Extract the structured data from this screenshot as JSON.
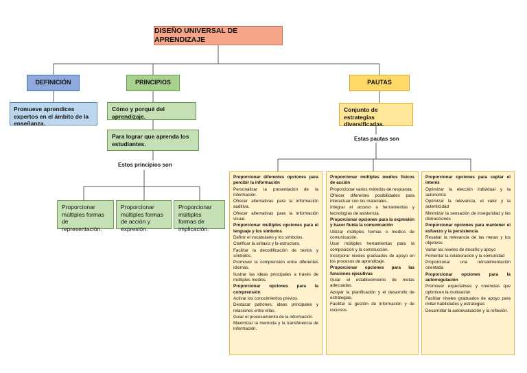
{
  "title": "DISEÑO UNIVERSAL DE APRENDIZAJE",
  "branches": {
    "definicion": {
      "label": "DEFINICIÓN",
      "text": "Promueve aprendices expertos en el ámbito de la enseñanza."
    },
    "principios": {
      "label": "PRINCIPIOS",
      "box1": "Cómo y porqué del aprendizaje.",
      "box2": "Para lograr que aprenda los estudiantes.",
      "connector": "Estos principios son",
      "items": [
        "Proporcionar múltiples formas de representación.",
        "Proporcionar múltiples formas de acción y expresión.",
        "Proporcionar múltiples formas de implicación."
      ]
    },
    "pautas": {
      "label": "PAUTAS",
      "box1": "Conjunto de estrategias diversificadas.",
      "connector": "Estas pautas son",
      "columns": [
        [
          {
            "t": "Proporcionar diferentes opciones para percibir la información",
            "h": true
          },
          {
            "t": "Personalizar la presentación de la información."
          },
          {
            "t": "Ofrecer alternativas para la información auditiva."
          },
          {
            "t": "Ofrecer alternativas para la información visual."
          },
          {
            "t": "Proporcionar múltiples opciones para el lenguaje y los símbolos",
            "h": true
          },
          {
            "t": "Definir el vocabulario y los símbolos."
          },
          {
            "t": "Clarificar la sintaxis y la estructura."
          },
          {
            "t": "Facilitar la decodificación de textos y símbolos."
          },
          {
            "t": "Promover la comprensión entre diferentes idiomas."
          },
          {
            "t": "Ilustrar las ideas principales a través de múltiples medios."
          },
          {
            "t": "Proporcionar opciones para la comprensión",
            "h": true
          },
          {
            "t": "Activar los conocimientos previos."
          },
          {
            "t": "Destacar patrones, ideas principales y relaciones entre ellas."
          },
          {
            "t": "Guiar el procesamiento de la información."
          },
          {
            "t": "Maximizar la memoria y la transferencia de información."
          }
        ],
        [
          {
            "t": "Proporcionar múltiples medios físicos de acción",
            "h": true
          },
          {
            "t": "Proporcionar varios métodos de respuesta."
          },
          {
            "t": "Ofrecer diferentes posibilidades para interactuar con los materiales."
          },
          {
            "t": "Integrar el acceso a herramientas y tecnologías de asistencia."
          },
          {
            "t": "Proporcionar opciones para la expresión y hacer fluida la comunicación",
            "h": true
          },
          {
            "t": "Utilizar múltiples formas o medios de comunicación."
          },
          {
            "t": "Usar múltiples herramientas para la composición y la construcción."
          },
          {
            "t": "Incorporar niveles graduados de apoyo en los procesos de aprendizaje."
          },
          {
            "t": "Proporcionar opciones para las funciones ejecutivas",
            "h": true
          },
          {
            "t": "Guiar el establecimiento de metas adecuadas."
          },
          {
            "t": "Apoyar la planificación y el desarrollo de estrategias."
          },
          {
            "t": "Facilitar la gestión de información y de recursos."
          }
        ],
        [
          {
            "t": "Proporcionar opciones para captar el interés",
            "h": true
          },
          {
            "t": "Optimizar la elección individual y la autonomía"
          },
          {
            "t": "Optimizar la relevancia, el valor y la autenticidad"
          },
          {
            "t": "Minimizar la sensación de inseguridad y las distracciones"
          },
          {
            "t": "Proporcionar opciones para mantener el esfuerzo y la persistencia",
            "h": true
          },
          {
            "t": "Resaltar la relevancia de las metas y los objetivos"
          },
          {
            "t": "Variar los niveles de desafío y apoyo"
          },
          {
            "t": "Fomentar la colaboración y la comunidad"
          },
          {
            "t": "Proporcionar una retroalimentación orientada"
          },
          {
            "t": "Proporcionar opciones para la autorregulación",
            "h": true
          },
          {
            "t": "Promover expectativas y creencias que optimicen la motivación"
          },
          {
            "t": "Facilitar niveles graduados de apoyo para imitar habilidades y estrategias"
          },
          {
            "t": "Desarrollar la autoevaluación y la reflexión."
          }
        ]
      ]
    }
  }
}
